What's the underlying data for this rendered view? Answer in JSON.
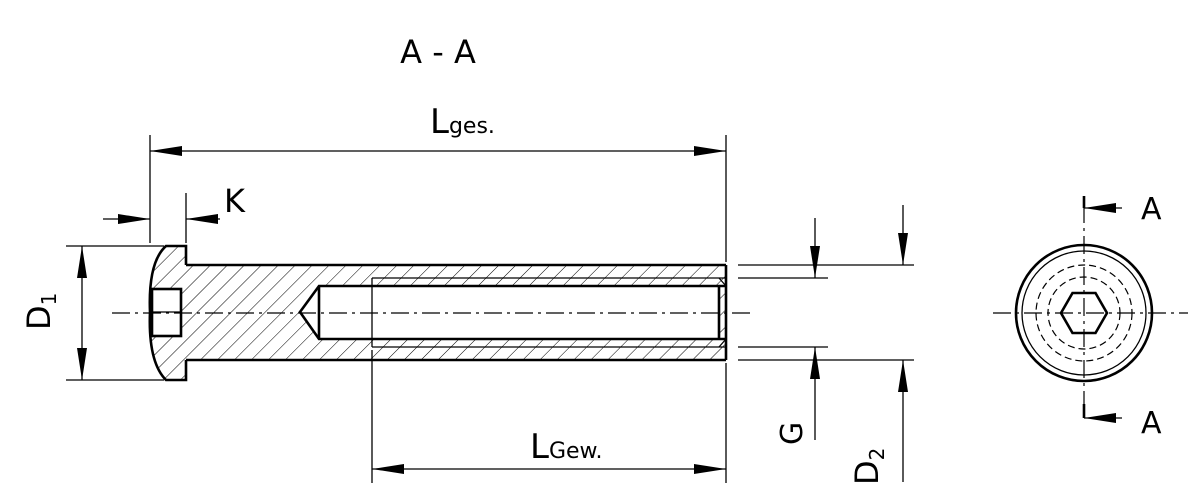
{
  "section_title": "A - A",
  "dimensions": {
    "total_length": {
      "main": "L",
      "sub": "ges."
    },
    "head_height": "K",
    "head_diameter": {
      "main": "D",
      "sub": "1"
    },
    "thread_length": {
      "main": "L",
      "sub": "Gew."
    },
    "thread": "G",
    "shaft_diameter": {
      "main": "D",
      "sub": "2"
    }
  },
  "section_marks": {
    "top": "A",
    "bottom": "A"
  }
}
